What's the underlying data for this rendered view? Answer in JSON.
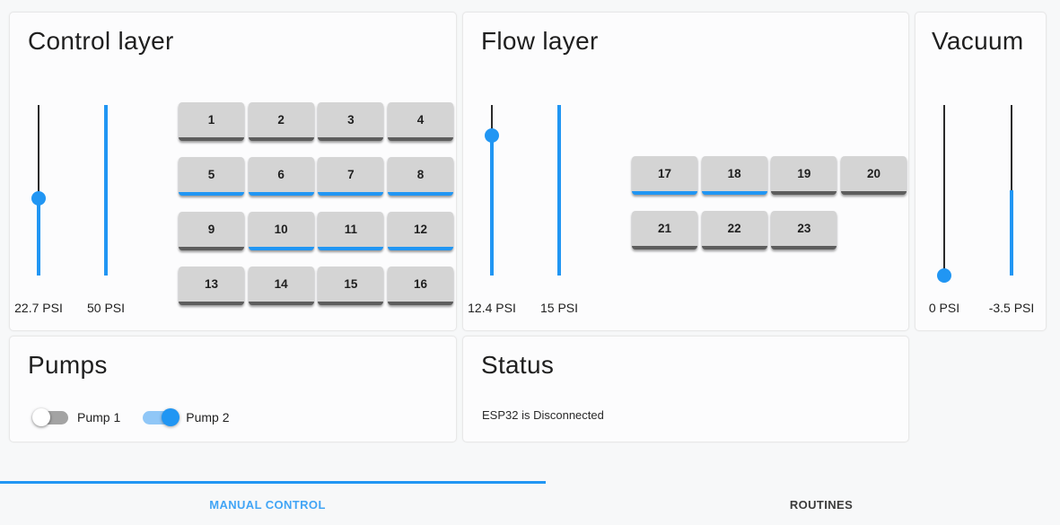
{
  "colors": {
    "accent": "#2196f3",
    "active_tab_label": "#42a5f5",
    "valve_off_underline": "#5d5d5d",
    "valve_on_underline": "#2196f3"
  },
  "control_layer": {
    "title": "Control layer",
    "sliders": [
      {
        "label": "22.7 PSI",
        "percent": 45.4,
        "thumb": true
      },
      {
        "label": "50 PSI",
        "percent": 100,
        "thumb": false
      }
    ],
    "valves": [
      {
        "label": "1",
        "on": false
      },
      {
        "label": "2",
        "on": false
      },
      {
        "label": "3",
        "on": false
      },
      {
        "label": "4",
        "on": false
      },
      {
        "label": "5",
        "on": true
      },
      {
        "label": "6",
        "on": true
      },
      {
        "label": "7",
        "on": true
      },
      {
        "label": "8",
        "on": true
      },
      {
        "label": "9",
        "on": false
      },
      {
        "label": "10",
        "on": true
      },
      {
        "label": "11",
        "on": true
      },
      {
        "label": "12",
        "on": true
      },
      {
        "label": "13",
        "on": false
      },
      {
        "label": "14",
        "on": false
      },
      {
        "label": "15",
        "on": false
      },
      {
        "label": "16",
        "on": false
      }
    ]
  },
  "flow_layer": {
    "title": "Flow layer",
    "sliders": [
      {
        "label": "12.4 PSI",
        "percent": 82,
        "thumb": true
      },
      {
        "label": "15 PSI",
        "percent": 100,
        "thumb": false
      }
    ],
    "valves": [
      {
        "label": "17",
        "on": true
      },
      {
        "label": "18",
        "on": true
      },
      {
        "label": "19",
        "on": false
      },
      {
        "label": "20",
        "on": false
      },
      {
        "label": "21",
        "on": false
      },
      {
        "label": "22",
        "on": false
      },
      {
        "label": "23",
        "on": false
      }
    ]
  },
  "vacuum": {
    "title": "Vacuum",
    "sliders": [
      {
        "label": "0 PSI",
        "percent": 0,
        "thumb": true
      },
      {
        "label": "-3.5 PSI",
        "percent": 50,
        "thumb": false
      }
    ]
  },
  "pumps": {
    "title": "Pumps",
    "switches": [
      {
        "label": "Pump 1",
        "on": false
      },
      {
        "label": "Pump 2",
        "on": true
      }
    ]
  },
  "status": {
    "title": "Status",
    "message": "ESP32 is Disconnected"
  },
  "tabs": [
    {
      "label": "MANUAL CONTROL",
      "active": true
    },
    {
      "label": "ROUTINES",
      "active": false
    }
  ]
}
